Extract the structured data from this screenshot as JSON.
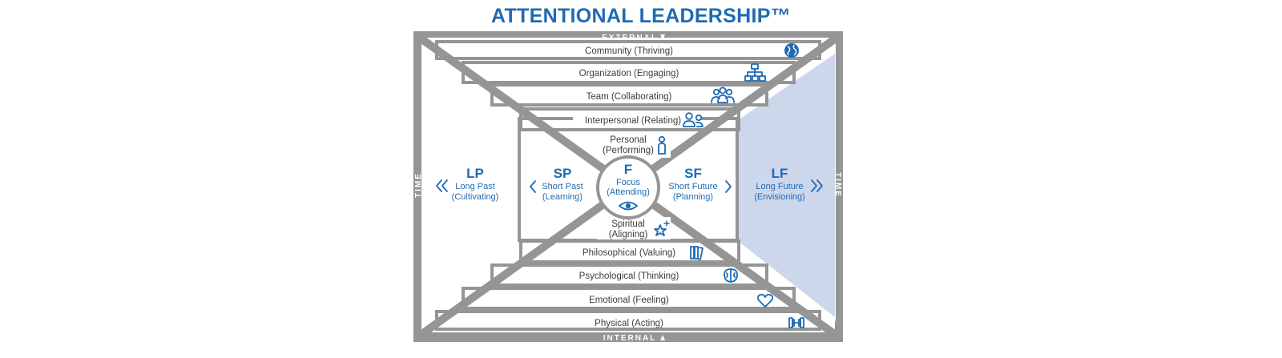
{
  "title": "ATTENTIONAL LEADERSHIP™",
  "axes": {
    "top": "EXTERNAL",
    "bottom": "INTERNAL",
    "left": "TIME",
    "right": "TIME"
  },
  "levels_external": [
    {
      "label": "Community (Thriving)",
      "icon": "globe-icon"
    },
    {
      "label": "Organization (Engaging)",
      "icon": "org-chart-icon"
    },
    {
      "label": "Team (Collaborating)",
      "icon": "team-icon"
    },
    {
      "label": "Interpersonal (Relating)",
      "icon": "two-people-icon"
    }
  ],
  "personal": {
    "line1": "Personal",
    "line2": "(Performing)",
    "icon": "person-icon"
  },
  "spiritual": {
    "line1": "Spiritual",
    "line2": "(Aligning)",
    "icon": "sparkle-star-icon"
  },
  "levels_internal": [
    {
      "label": "Philosophical (Valuing)",
      "icon": "books-icon"
    },
    {
      "label": "Psychological (Thinking)",
      "icon": "brain-icon"
    },
    {
      "label": "Emotional (Feeling)",
      "icon": "heart-icon"
    },
    {
      "label": "Physical (Acting)",
      "icon": "dumbbell-icon"
    }
  ],
  "time": {
    "lp": {
      "abbr": "LP",
      "line1": "Long Past",
      "line2": "(Cultivating)",
      "icon": "double-chevron-left-icon"
    },
    "sp": {
      "abbr": "SP",
      "line1": "Short Past",
      "line2": "(Learning)",
      "icon": "chevron-left-icon"
    },
    "sf": {
      "abbr": "SF",
      "line1": "Short Future",
      "line2": "(Planning)",
      "icon": "chevron-right-icon"
    },
    "lf": {
      "abbr": "LF",
      "line1": "Long Future",
      "line2": "(Envisioning)",
      "icon": "double-chevron-right-icon"
    }
  },
  "focus": {
    "abbr": "F",
    "line1": "Focus",
    "line2": "(Attending)",
    "icon": "eye-icon"
  },
  "colors": {
    "frame": "#959595",
    "accent_blue": "#1f6ab3",
    "long_future_fill": "#cdd7ec",
    "text_dark": "#3c3c3c"
  }
}
